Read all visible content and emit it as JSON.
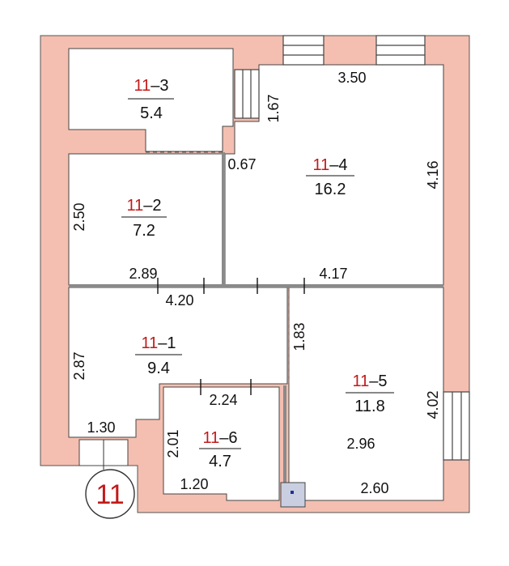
{
  "colors": {
    "wall": "#f4bfb1",
    "outline": "#444444",
    "partition": "#8a8a8a",
    "room_number": "#c21a1a",
    "text": "#111111",
    "stove_box": "#c9cfe1"
  },
  "unit": {
    "number": "11"
  },
  "rooms": [
    {
      "prefix": "11",
      "suffix": "–3",
      "area": "5.4"
    },
    {
      "prefix": "11",
      "suffix": "–2",
      "area": "7.2"
    },
    {
      "prefix": "11",
      "suffix": "–4",
      "area": "16.2"
    },
    {
      "prefix": "11",
      "suffix": "–1",
      "area": "9.4"
    },
    {
      "prefix": "11",
      "suffix": "–5",
      "area": "11.8"
    },
    {
      "prefix": "11",
      "suffix": "–6",
      "area": "4.7"
    }
  ],
  "dimensions": [
    "3.50",
    "1.67",
    "0.67",
    "4.16",
    "2.50",
    "2.89",
    "4.17",
    "4.20",
    "1.83",
    "2.87",
    "2.24",
    "4.02",
    "2.01",
    "2.96",
    "1.30",
    "1.20",
    "2.60"
  ]
}
